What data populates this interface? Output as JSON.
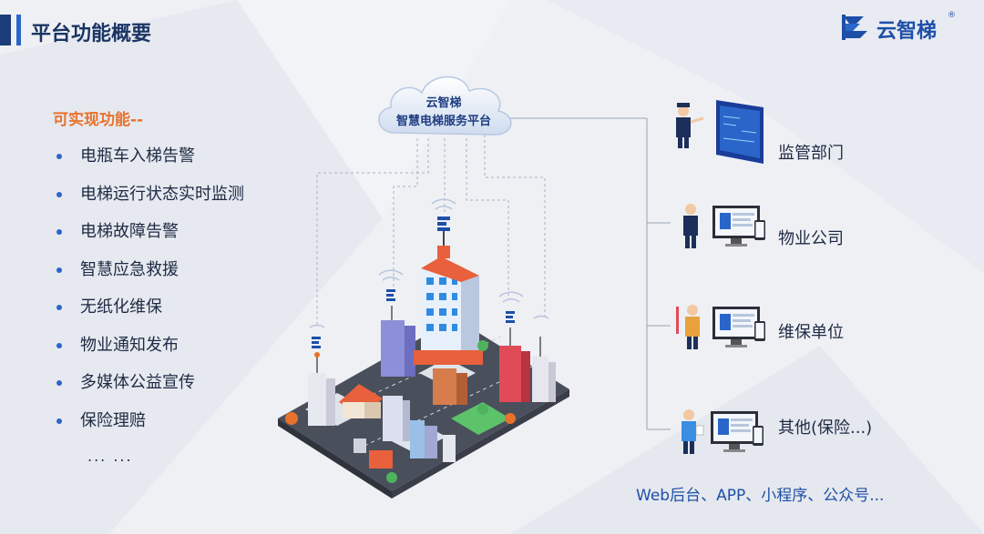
{
  "header": {
    "title": "平台功能概要",
    "logo_text": "云智梯",
    "logo_reg": "®"
  },
  "features": {
    "heading": "可实现功能--",
    "items": [
      "电瓶车入梯告警",
      "电梯运行状态实时监测",
      "电梯故障告警",
      "智慧应急救援",
      "无纸化维保",
      "物业通知发布",
      "多媒体公益宣传",
      "保险理赔"
    ],
    "more": "... ..."
  },
  "cloud": {
    "line1": "云智梯",
    "line2": "智慧电梯服务平台"
  },
  "roles": [
    {
      "label": "监管部门",
      "icon": "supervisor-icon"
    },
    {
      "label": "物业公司",
      "icon": "property-staff-icon"
    },
    {
      "label": "维保单位",
      "icon": "maintenance-worker-icon"
    },
    {
      "label": "其他(保险...)",
      "icon": "other-person-icon"
    }
  ],
  "bottom_note": "Web后台、APP、小程序、公众号...",
  "colors": {
    "accent": "#2a66c9",
    "heading_orange": "#e8722c",
    "title_navy": "#1b3564"
  }
}
